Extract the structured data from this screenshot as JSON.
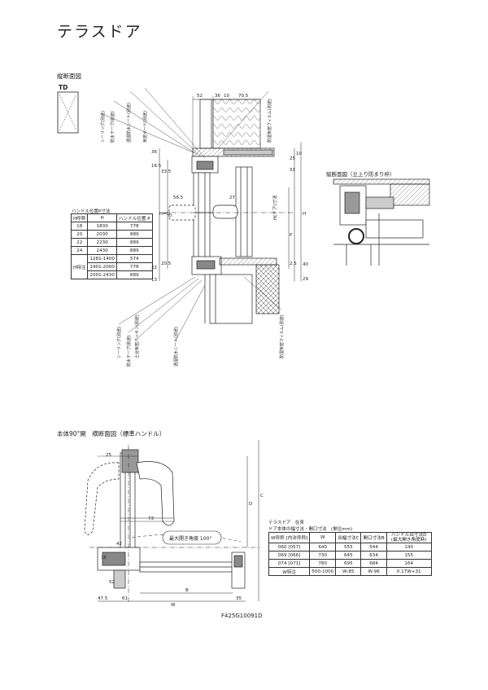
{
  "page_title": "テラスドア",
  "section_vertical": {
    "label": "縦断面図",
    "code": "TD"
  },
  "section_detail": {
    "label": "縦断面図（立上り防まり枠）"
  },
  "section_horizontal": {
    "label": "本体90°開　横断面図（標準ハンドル）"
  },
  "handle_table": {
    "caption": "ハンドル位置P寸法",
    "headers": [
      "H呼称",
      "H",
      "ハンドル位置 P"
    ],
    "rows": [
      [
        "18",
        "1830",
        "778"
      ],
      [
        "20",
        "2030",
        "889"
      ],
      [
        "22",
        "2230",
        "889"
      ],
      [
        "24",
        "2430",
        "889"
      ]
    ],
    "special_label": "H特注",
    "special_rows": [
      [
        "1281-1400",
        "574"
      ],
      [
        "1401-2000",
        "778"
      ],
      [
        "2001-2430",
        "889"
      ]
    ]
  },
  "opening_table": {
    "caption_line1": "テラスドア　在来",
    "caption_line2": "ドア本体の幅寸法・開口寸法　(単位mm)",
    "headers": [
      "W呼称 [内法呼称]",
      "W",
      "出幅寸法C",
      "開口寸法B",
      "ハンドル出寸法D (最大開き角度時)"
    ],
    "rows": [
      [
        "060 [057]",
        "640",
        "555",
        "544",
        "140"
      ],
      [
        "069 [066]",
        "730",
        "645",
        "634",
        "155"
      ],
      [
        "074 [071]",
        "780",
        "695",
        "684",
        "164"
      ],
      [
        "W特注",
        "500-1000",
        "W-85",
        "W-96",
        "0.17W+31"
      ]
    ]
  },
  "angle_note": "最大開き角度 100°",
  "drawing_code": "F425G10091D",
  "dims_top": [
    "52",
    "36",
    "10",
    "70.5"
  ],
  "dims_vertical": [
    "36",
    "16.5",
    "33.5",
    "20.5",
    "22",
    "13",
    "31",
    "25",
    "10",
    "2.5",
    "40",
    "29"
  ],
  "dims_misc": [
    "56.5",
    "27",
    "H=D",
    "D",
    "P",
    "H",
    "H(ドア)寸法"
  ],
  "dims_horizontal": [
    "73",
    "42",
    "47.5",
    "61",
    "B",
    "35",
    "W",
    "C",
    "D",
    "16",
    "52",
    "25"
  ],
  "callouts_top": [
    "シーリング(別途)",
    "防水テープ(別途)",
    "透湿防水シート(別途)",
    "気密ボード(別途)",
    "防湿気密フィルム(別途)"
  ],
  "callouts_bottom": [
    "シーリング(別途)",
    "防水テープ(別途)",
    "透湿防水シート(別途)",
    "防湿気密フィルム(別途)",
    "土台気密パッキン(別途)"
  ]
}
